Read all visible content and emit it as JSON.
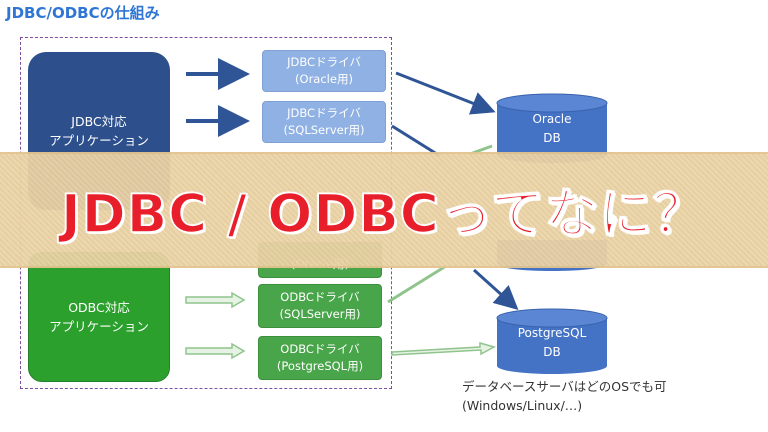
{
  "title": "JDBC/ODBCの仕組み",
  "jdbc_app": {
    "line1": "JDBC対応",
    "line2": "アプリケーション"
  },
  "odbc_app": {
    "line1": "ODBC対応",
    "line2": "アプリケーション"
  },
  "jdbc_drivers": [
    {
      "line1": "JDBCドライバ",
      "line2": "(Oracle用)"
    },
    {
      "line1": "JDBCドライバ",
      "line2": "(SQLServer用)"
    }
  ],
  "odbc_drivers": [
    {
      "line1": "",
      "line2": "(Oracle用)"
    },
    {
      "line1": "ODBCドライバ",
      "line2": "(SQLServer用)"
    },
    {
      "line1": "ODBCドライバ",
      "line2": "(PostgreSQL用)"
    }
  ],
  "databases": [
    {
      "line1": "Oracle",
      "line2": "DB"
    },
    {
      "line1": "PostgreSQL",
      "line2": "DB"
    }
  ],
  "banner_text": "JDBC / ODBCってなに？",
  "note": {
    "line1": "データベースサーバはどのOSでも可",
    "line2": "(Windows/Linux/…)"
  },
  "colors": {
    "title": "#2e75d6",
    "jdbc_app": "#2d4f8c",
    "jdbc_driver": "#8fb1e3",
    "odbc_app": "#2ca02c",
    "odbc_driver": "#49a54a",
    "database": "#4472c4",
    "banner_bg": "#ecd3a4",
    "banner_text": "#e81e2b"
  }
}
